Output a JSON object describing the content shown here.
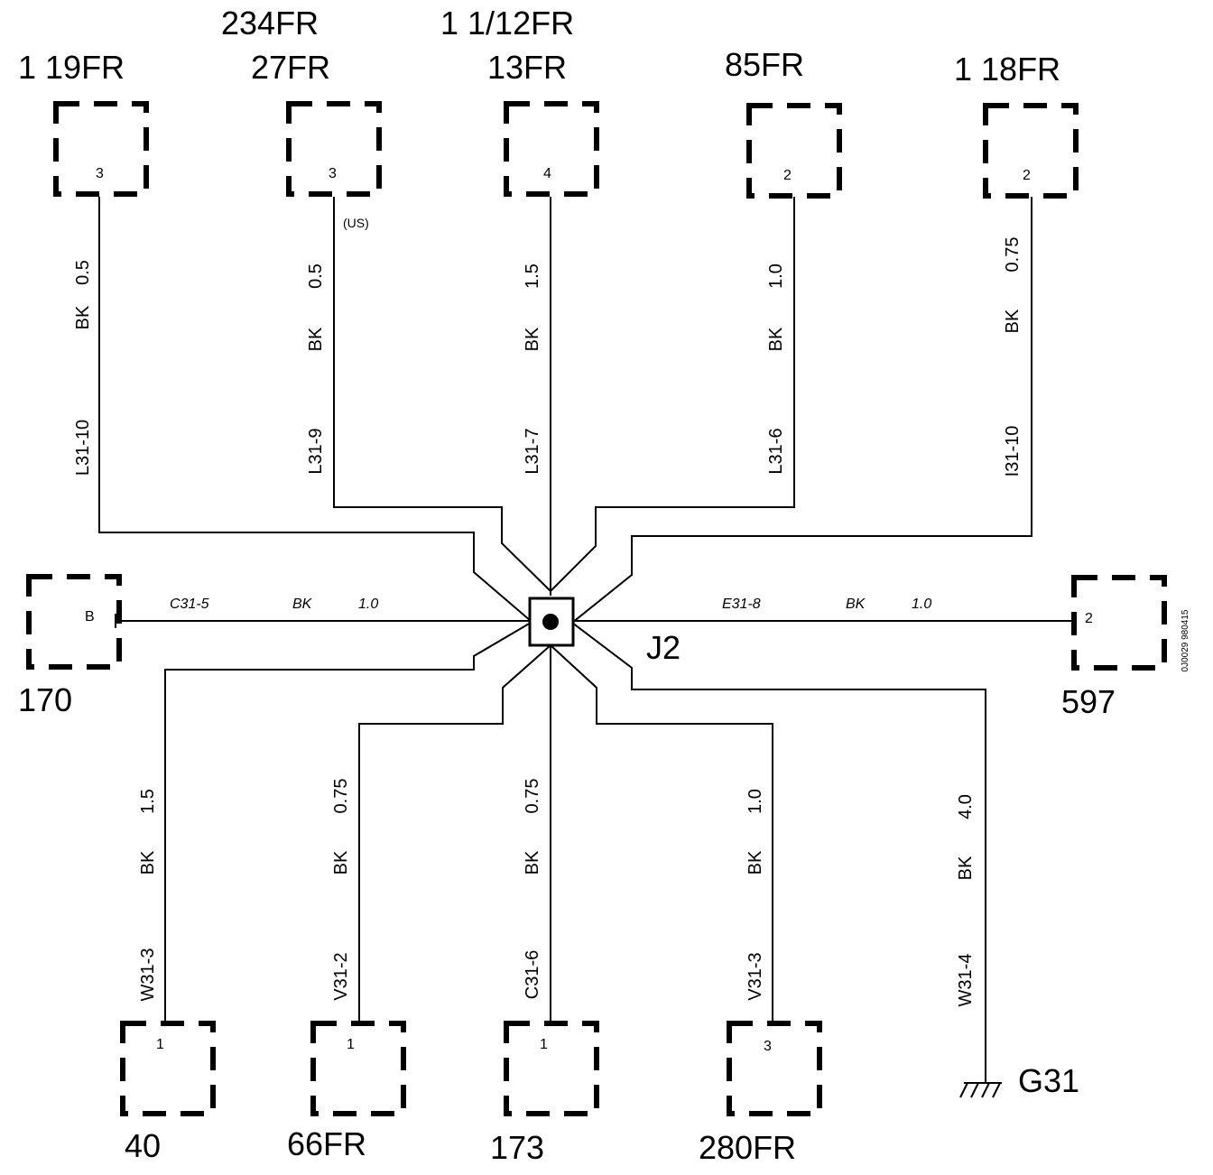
{
  "splice": {
    "id": "J2"
  },
  "ground": {
    "id": "G31"
  },
  "reference_code": "0J0029 980415",
  "connectors": {
    "c_119fr": {
      "label": "1 19FR",
      "pin": "3"
    },
    "c_27fr": {
      "label_top": "234FR",
      "label": "27FR",
      "pin": "3",
      "note": "(US)"
    },
    "c_13fr": {
      "label_top": "1 1/12FR",
      "label": "13FR",
      "pin": "4"
    },
    "c_85fr": {
      "label": "85FR",
      "pin": "2"
    },
    "c_118fr": {
      "label": "1 18FR",
      "pin": "2"
    },
    "c_170": {
      "label": "170",
      "pin": "B"
    },
    "c_597": {
      "label": "597",
      "pin": "2"
    },
    "c_40": {
      "label": "40",
      "pin": "1"
    },
    "c_66fr": {
      "label": "66FR",
      "pin": "1"
    },
    "c_173": {
      "label": "173",
      "pin": "1"
    },
    "c_280fr": {
      "label": "280FR",
      "pin": "3"
    }
  },
  "wires": {
    "w_119fr": {
      "circuit": "L31-10",
      "color": "BK",
      "size": "0.5"
    },
    "w_27fr": {
      "circuit": "L31-9",
      "color": "BK",
      "size": "0.5"
    },
    "w_13fr": {
      "circuit": "L31-7",
      "color": "BK",
      "size": "1.5"
    },
    "w_85fr": {
      "circuit": "L31-6",
      "color": "BK",
      "size": "1.0"
    },
    "w_118fr": {
      "circuit": "I31-10",
      "color": "BK",
      "size": "0.75"
    },
    "w_170": {
      "circuit": "C31-5",
      "color": "BK",
      "size": "1.0"
    },
    "w_597": {
      "circuit": "E31-8",
      "color": "BK",
      "size": "1.0"
    },
    "w_40": {
      "circuit": "W31-3",
      "color": "BK",
      "size": "1.5"
    },
    "w_66fr": {
      "circuit": "V31-2",
      "color": "BK",
      "size": "0.75"
    },
    "w_173": {
      "circuit": "C31-6",
      "color": "BK",
      "size": "0.75"
    },
    "w_280fr": {
      "circuit": "V31-3",
      "color": "BK",
      "size": "1.0"
    },
    "w_g31": {
      "circuit": "W31-4",
      "color": "BK",
      "size": "4.0"
    }
  }
}
